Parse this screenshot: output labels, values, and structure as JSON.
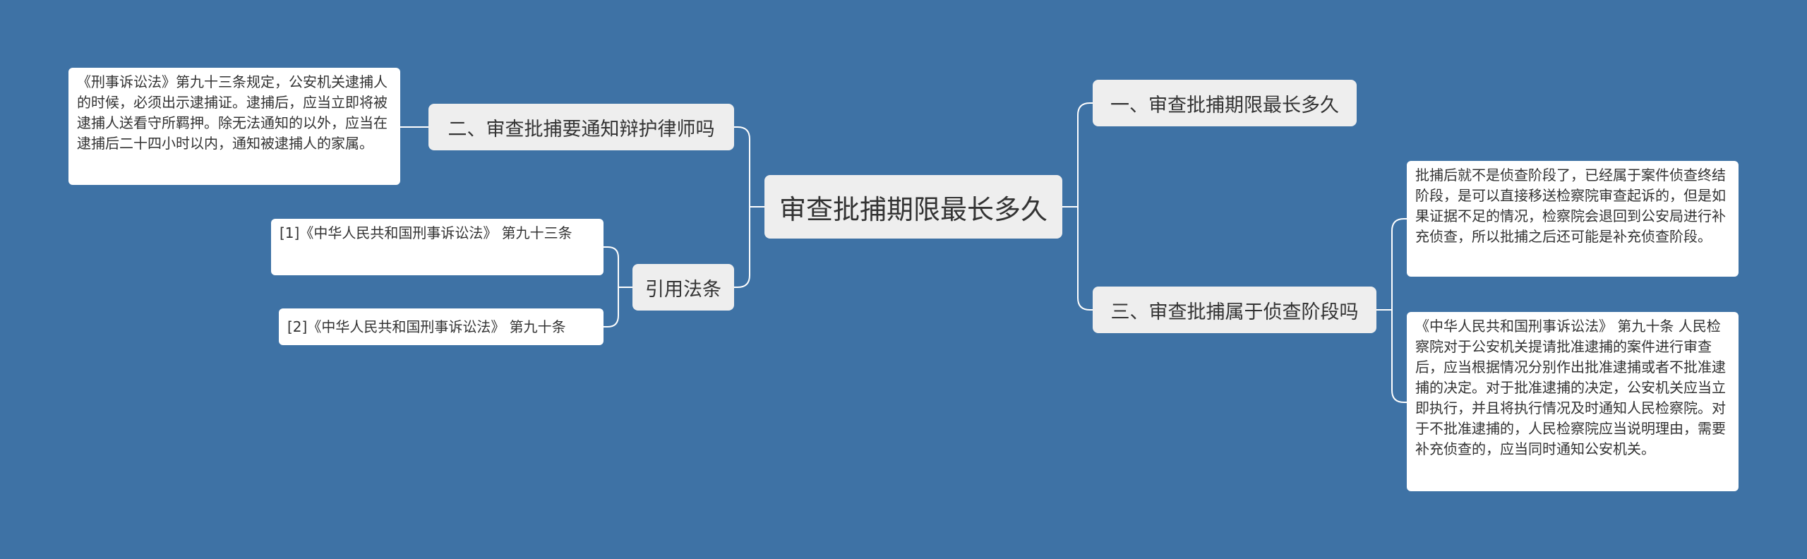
{
  "root": {
    "title": "审查批捕期限最长多久"
  },
  "left": {
    "lawyer_notice": {
      "label": "二、审查批捕要通知辩护律师吗",
      "detail": "《刑事诉讼法》第九十三条规定，公安机关逮捕人的时候，必须出示逮捕证。逮捕后，应当立即将被逮捕人送看守所羁押。除无法通知的以外，应当在逮捕后二十四小时以内，通知被逮捕人的家属。"
    },
    "citations": {
      "label": "引用法条",
      "items": [
        "[1]《中华人民共和国刑事诉讼法》 第九十三条",
        "[2]《中华人民共和国刑事诉讼法》 第九十条"
      ]
    }
  },
  "right": {
    "max_period": {
      "label": "一、审查批捕期限最长多久"
    },
    "investigation_stage": {
      "label": "三、审查批捕属于侦查阶段吗",
      "details": [
        "批捕后就不是侦查阶段了，已经属于案件侦查终结阶段，是可以直接移送检察院审查起诉的，但是如果证据不足的情况，检察院会退回到公安局进行补充侦查，所以批捕之后还可能是补充侦查阶段。",
        "《中华人民共和国刑事诉讼法》 第九十条 人民检察院对于公安机关提请批准逮捕的案件进行审查后，应当根据情况分别作出批准逮捕或者不批准逮捕的决定。对于批准逮捕的决定，公安机关应当立即执行，并且将执行情况及时通知人民检察院。对于不批准逮捕的，人民检察院应当说明理由，需要补充侦查的，应当同时通知公安机关。"
      ]
    }
  },
  "colors": {
    "background": "#3e72a5",
    "node": "#eeeeee",
    "leaf": "#ffffff",
    "connector": "#ffffff"
  }
}
